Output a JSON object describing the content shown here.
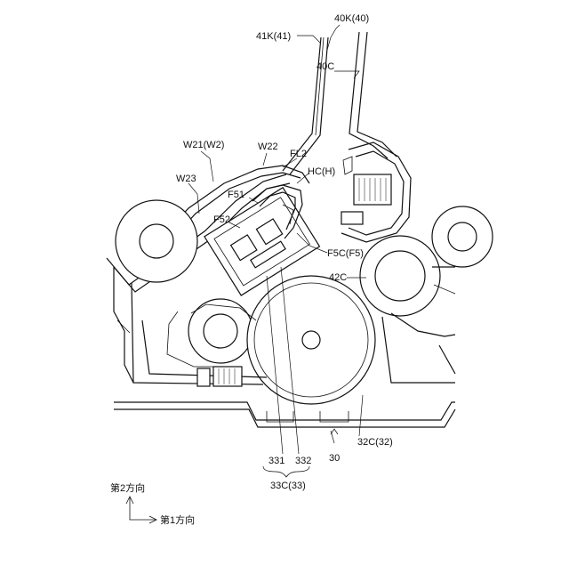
{
  "labels": {
    "l_41k": "41K(41)",
    "l_40k": "40K(40)",
    "l_40c": "40C",
    "l_w21": "W21(W2)",
    "l_w22": "W22",
    "l_fl2": "FL2",
    "l_hc": "HC(H)",
    "l_w23": "W23",
    "l_f51": "F51",
    "l_f52": "F52",
    "l_f5c": "F5C(F5)",
    "l_42c": "42C",
    "l_331": "331",
    "l_332": "332",
    "l_33c": "33C(33)",
    "l_30": "30",
    "l_32c": "32C(32)"
  },
  "axes": {
    "dir2": "第2方向",
    "dir1": "第1方向"
  }
}
